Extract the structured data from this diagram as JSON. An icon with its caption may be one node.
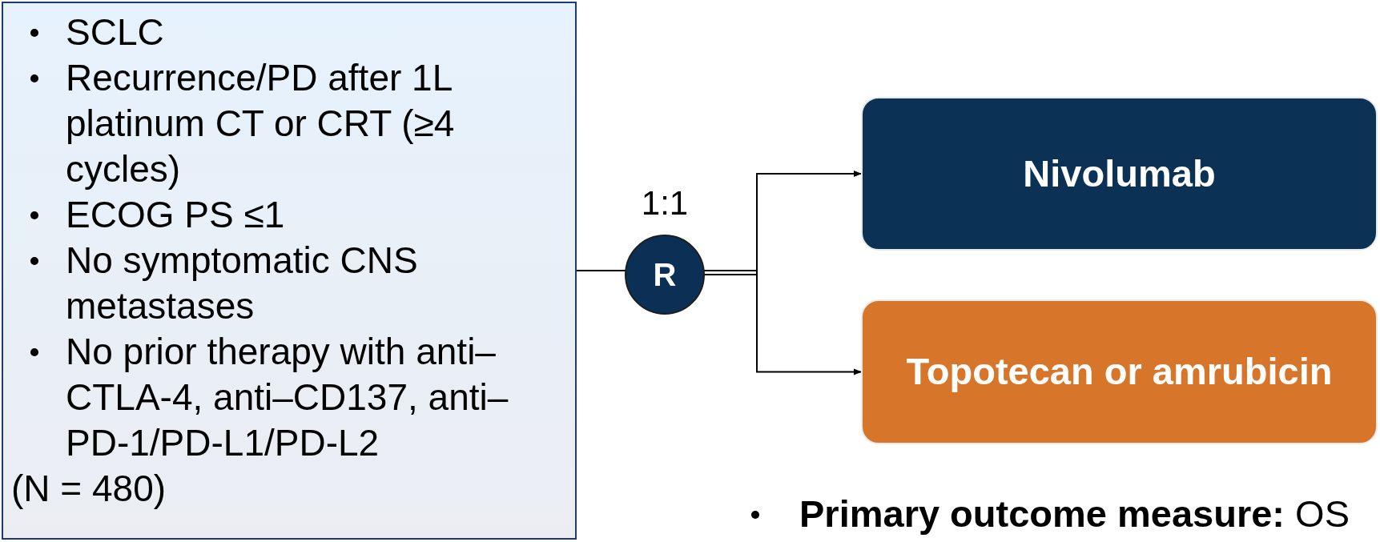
{
  "diagram": {
    "nodes": [
      {
        "text": [
          "SCLC",
          "Recurrence/PD after 1L platinum CT or CRT (≥4 cycles)",
          "ECOG PS ≤1",
          "No symptomatic CNS metastases",
          "No prior therapy with anti–CTLA-4, anti–CD137, anti–PD-1/PD-L1/PD-L2",
          "(N = 480)"
        ]
      },
      {
        "text": [
          "R"
        ],
        "beside": [
          "1:1"
        ]
      },
      {
        "text": [
          "Nivolumab"
        ]
      },
      {
        "text": [
          "Topotecan or amrubicin"
        ]
      }
    ],
    "edges": [
      {
        "from": 0,
        "to": 1,
        "arrow": "none"
      },
      {
        "from": 1,
        "to": 2,
        "arrow": "to"
      },
      {
        "from": 1,
        "to": 3,
        "arrow": "to"
      }
    ],
    "labels": [
      "**Primary outcome measure:** OS"
    ]
  }
}
